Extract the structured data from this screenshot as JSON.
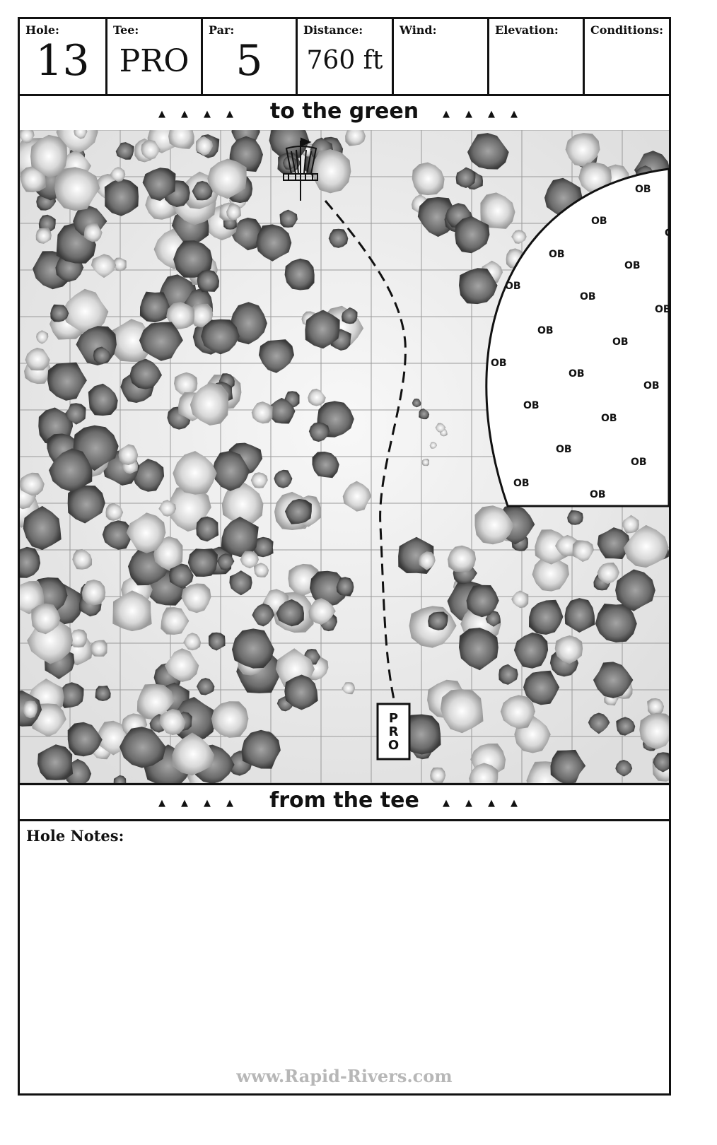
{
  "header": {
    "hole_label": "Hole:",
    "hole_value": "13",
    "tee_label": "Tee:",
    "tee_value": "PRO",
    "par_label": "Par:",
    "par_value": "5",
    "distance_label": "Distance:",
    "distance_value": "760 ft",
    "wind_label": "Wind:",
    "elevation_label": "Elevation:",
    "conditions_label": "Conditions:"
  },
  "green_band": "to the green",
  "tee_band": "from the tee",
  "map": {
    "ob_label": "OB",
    "tee_marker": [
      "P",
      "R",
      "O"
    ]
  },
  "notes": {
    "label": "Hole Notes:"
  },
  "website": "www.Rapid-Rivers.com"
}
